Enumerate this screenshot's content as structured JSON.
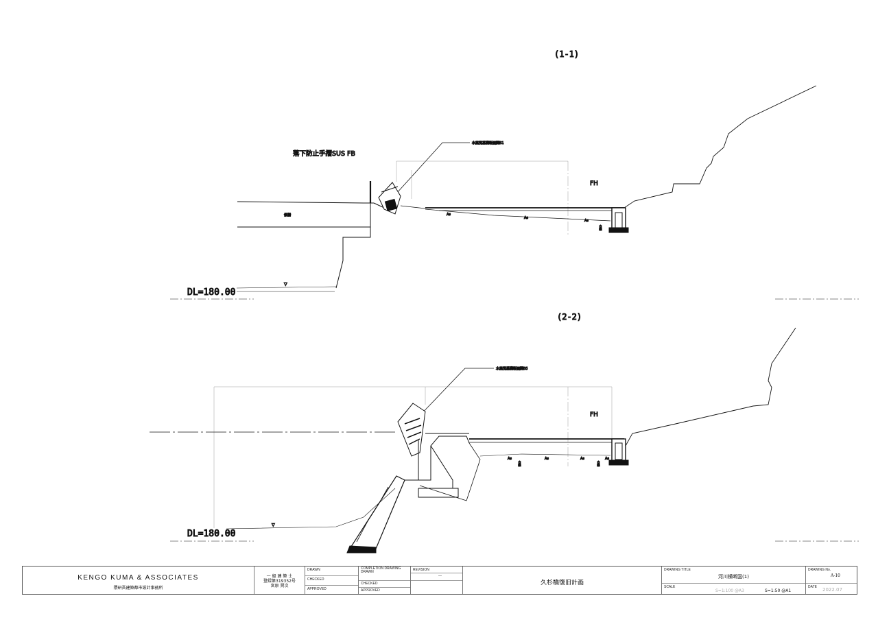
{
  "sections": [
    {
      "label": "(1-1)",
      "handrail_note": "落下防止手摺SUS FB",
      "callout": "木高覧基礎断面図B1",
      "fh": "FH",
      "datum": "DL=180.00",
      "deck_label": "仮橋",
      "markers": [
        "As",
        "As",
        "As"
      ],
      "pier_note": "白線"
    },
    {
      "label": "(2-2)",
      "callout": "木高覧基礎断面図B5",
      "fh": "FH",
      "datum": "DL=180.00",
      "markers": [
        "As",
        "As",
        "As",
        "As"
      ],
      "pier_notes": [
        "白線",
        "白線"
      ]
    }
  ],
  "title_block": {
    "firm": "KENGO KUMA & ASSOCIATES",
    "firm_sub": "隈研吾建築都市設計事務所",
    "architect": [
      "一 級 建 築 士",
      "登録第319352号",
      "宮原 賢次"
    ],
    "drawn": "DRAWN",
    "checked": "CHECKED",
    "approved": "APPROVED",
    "completion_drawing": "COMPLETION DRAWING DRAWN",
    "checked2": "CHECKED",
    "approved2": "APPROVED",
    "revision": "REVISION",
    "revision_mark": "—",
    "project": "久杉橋復旧計画",
    "drawing_title_label": "DRAWING TITLE",
    "drawing_title": "河川横断図(1)",
    "scale_label": "SCALE",
    "scale_a3": "S=1:100 @A3",
    "scale_a1": "S=1:50 @A1",
    "drawing_no_label": "DRAWING No.",
    "drawing_no": "A-10",
    "date_label": "DATE",
    "date": "2022.07"
  }
}
